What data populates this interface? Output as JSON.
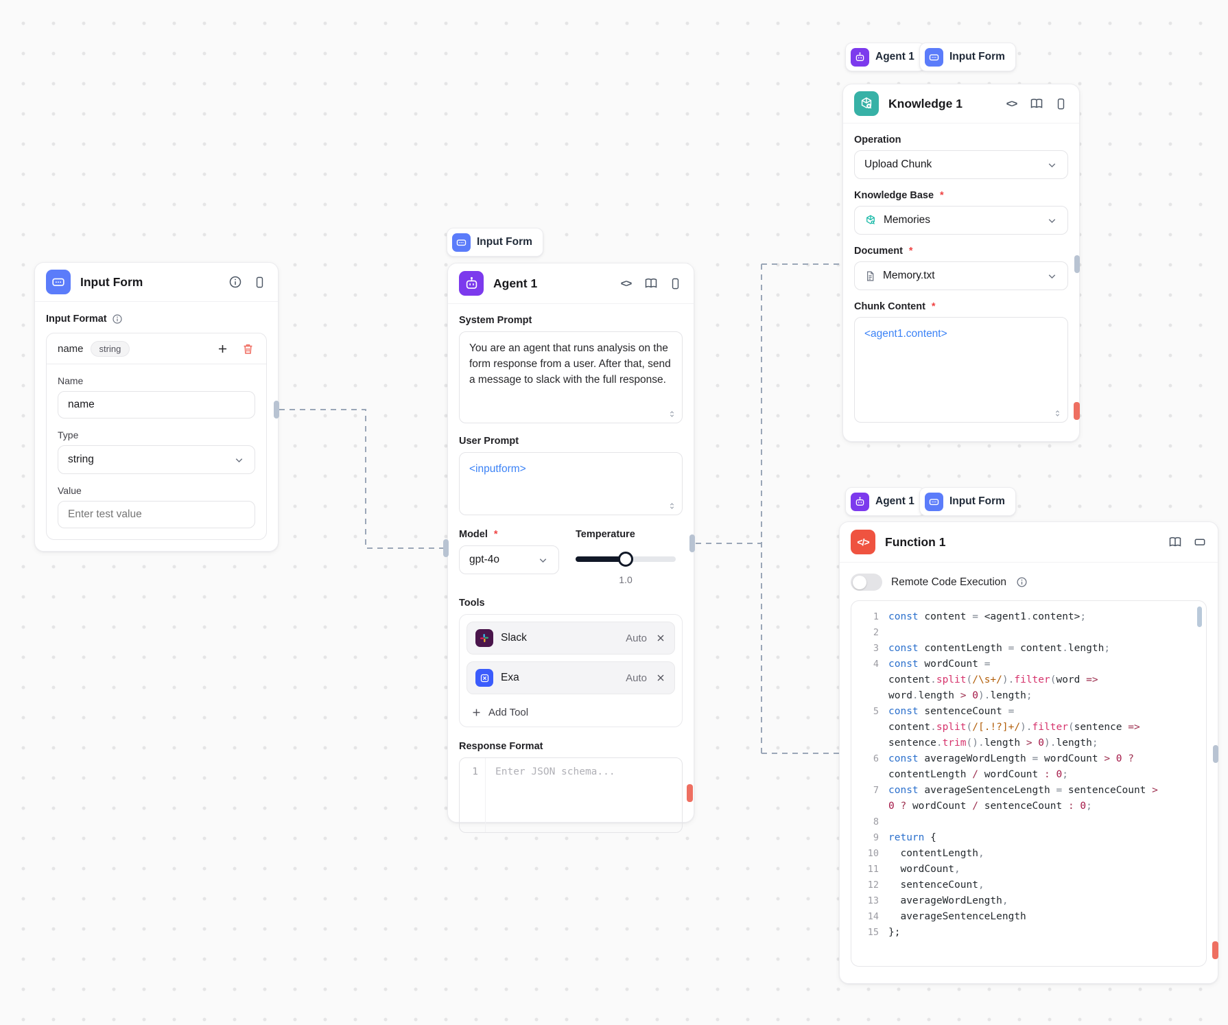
{
  "ui": {
    "required": "*"
  },
  "colors": {
    "input_form_blue": "#5B7CFA",
    "agent_purple": "#7C3AED",
    "knowledge_teal": "#37B1A6",
    "function_red": "#EF5340",
    "slack_bg": "#4A154B",
    "exa_blue": "#3B5CFC",
    "connector_slate": "#9AA6B7",
    "handle_slate": "#B8C3D2",
    "handle_red": "#EE6F61",
    "token_blue": "#3B82F6"
  },
  "icons": {
    "code_glyph": "<>",
    "function_glyph": "</>"
  },
  "floating_badges": {
    "above_agent": [
      {
        "label": "Input Form"
      }
    ],
    "above_knowledge": [
      {
        "label": "Agent 1"
      },
      {
        "label": "Input Form"
      }
    ],
    "above_function": [
      {
        "label": "Agent 1"
      },
      {
        "label": "Input Form"
      }
    ]
  },
  "input_form_card": {
    "title": "Input Form",
    "input_format_label": "Input Format",
    "field_row": {
      "name": "name",
      "type_badge": "string"
    },
    "name_label": "Name",
    "name_value": "name",
    "type_label": "Type",
    "type_value": "string",
    "value_label": "Value",
    "value_placeholder": "Enter test value"
  },
  "agent_card": {
    "title": "Agent 1",
    "system_prompt_label": "System Prompt",
    "system_prompt_value": "You are an agent that runs analysis on the form response from a user. After that, send a message to slack with the full response.",
    "user_prompt_label": "User Prompt",
    "user_prompt_value": "<inputform>",
    "model_label": "Model",
    "model_value": "gpt-4o",
    "temperature_label": "Temperature",
    "temperature_value": "1.0",
    "tools_label": "Tools",
    "tools": [
      {
        "name": "Slack",
        "mode": "Auto"
      },
      {
        "name": "Exa",
        "mode": "Auto"
      }
    ],
    "add_tool_label": "Add Tool",
    "response_format_label": "Response Format",
    "editor_line_number": "1",
    "editor_placeholder": "Enter JSON schema..."
  },
  "knowledge_card": {
    "title": "Knowledge 1",
    "operation_label": "Operation",
    "operation_value": "Upload Chunk",
    "knowledge_base_label": "Knowledge Base",
    "knowledge_base_value": "Memories",
    "document_label": "Document",
    "document_value": "Memory.txt",
    "chunk_content_label": "Chunk Content",
    "chunk_content_value": "<agent1.content>"
  },
  "function_card": {
    "title": "Function 1",
    "rce_label": "Remote Code Execution",
    "code_rows": [
      {
        "n": "1",
        "s": [
          [
            "k",
            "const"
          ],
          [
            "t",
            " content "
          ],
          [
            "p",
            "= "
          ],
          [
            "t",
            "<agent1"
          ],
          [
            "p",
            "."
          ],
          [
            "t",
            "content>"
          ],
          [
            "p",
            ";"
          ]
        ]
      },
      {
        "n": "2",
        "s": []
      },
      {
        "n": "3",
        "s": [
          [
            "k",
            "const"
          ],
          [
            "t",
            " contentLength "
          ],
          [
            "p",
            "= "
          ],
          [
            "t",
            "content"
          ],
          [
            "p",
            "."
          ],
          [
            "t",
            "length"
          ],
          [
            "p",
            ";"
          ]
        ]
      },
      {
        "n": "4",
        "s": [
          [
            "k",
            "const"
          ],
          [
            "t",
            " wordCount "
          ],
          [
            "p",
            "="
          ]
        ]
      },
      {
        "n": "",
        "s": [
          [
            "t",
            "content"
          ],
          [
            "p",
            "."
          ],
          [
            "f",
            "split"
          ],
          [
            "p",
            "("
          ],
          [
            "r",
            "/\\s+/"
          ],
          [
            "p",
            ")."
          ],
          [
            "f",
            "filter"
          ],
          [
            "p",
            "("
          ],
          [
            "t",
            "word "
          ],
          [
            "o",
            "=>"
          ]
        ]
      },
      {
        "n": "",
        "s": [
          [
            "t",
            "word"
          ],
          [
            "p",
            "."
          ],
          [
            "t",
            "length "
          ],
          [
            "o",
            "> "
          ],
          [
            "n2",
            "0"
          ],
          [
            "p",
            ")."
          ],
          [
            "t",
            "length"
          ],
          [
            "p",
            ";"
          ]
        ]
      },
      {
        "n": "5",
        "s": [
          [
            "k",
            "const"
          ],
          [
            "t",
            " sentenceCount "
          ],
          [
            "p",
            "="
          ]
        ]
      },
      {
        "n": "",
        "s": [
          [
            "t",
            "content"
          ],
          [
            "p",
            "."
          ],
          [
            "f",
            "split"
          ],
          [
            "p",
            "("
          ],
          [
            "r",
            "/[.!?]+/"
          ],
          [
            "p",
            ")."
          ],
          [
            "f",
            "filter"
          ],
          [
            "p",
            "("
          ],
          [
            "t",
            "sentence "
          ],
          [
            "o",
            "=>"
          ]
        ]
      },
      {
        "n": "",
        "s": [
          [
            "t",
            "sentence"
          ],
          [
            "p",
            "."
          ],
          [
            "f",
            "trim"
          ],
          [
            "p",
            "()."
          ],
          [
            "t",
            "length "
          ],
          [
            "o",
            "> "
          ],
          [
            "n2",
            "0"
          ],
          [
            "p",
            ")."
          ],
          [
            "t",
            "length"
          ],
          [
            "p",
            ";"
          ]
        ]
      },
      {
        "n": "6",
        "s": [
          [
            "k",
            "const"
          ],
          [
            "t",
            " averageWordLength "
          ],
          [
            "p",
            "= "
          ],
          [
            "t",
            "wordCount "
          ],
          [
            "o",
            "> "
          ],
          [
            "n2",
            "0"
          ],
          [
            "o",
            " ?"
          ]
        ]
      },
      {
        "n": "",
        "s": [
          [
            "t",
            "contentLength "
          ],
          [
            "o",
            "/ "
          ],
          [
            "t",
            "wordCount "
          ],
          [
            "o",
            ": "
          ],
          [
            "n2",
            "0"
          ],
          [
            "p",
            ";"
          ]
        ]
      },
      {
        "n": "7",
        "s": [
          [
            "k",
            "const"
          ],
          [
            "t",
            " averageSentenceLength "
          ],
          [
            "p",
            "= "
          ],
          [
            "t",
            "sentenceCount "
          ],
          [
            "o",
            ">"
          ]
        ]
      },
      {
        "n": "",
        "s": [
          [
            "n2",
            "0"
          ],
          [
            "o",
            " ? "
          ],
          [
            "t",
            "wordCount "
          ],
          [
            "o",
            "/ "
          ],
          [
            "t",
            "sentenceCount "
          ],
          [
            "o",
            ": "
          ],
          [
            "n2",
            "0"
          ],
          [
            "p",
            ";"
          ]
        ]
      },
      {
        "n": "8",
        "s": []
      },
      {
        "n": "9",
        "s": [
          [
            "k",
            "return"
          ],
          [
            "t",
            " {"
          ]
        ]
      },
      {
        "n": "10",
        "s": [
          [
            "t",
            "  contentLength"
          ],
          [
            "p",
            ","
          ]
        ]
      },
      {
        "n": "11",
        "s": [
          [
            "t",
            "  wordCount"
          ],
          [
            "p",
            ","
          ]
        ]
      },
      {
        "n": "12",
        "s": [
          [
            "t",
            "  sentenceCount"
          ],
          [
            "p",
            ","
          ]
        ]
      },
      {
        "n": "13",
        "s": [
          [
            "t",
            "  averageWordLength"
          ],
          [
            "p",
            ","
          ]
        ]
      },
      {
        "n": "14",
        "s": [
          [
            "t",
            "  averageSentenceLength"
          ]
        ]
      },
      {
        "n": "15",
        "s": [
          [
            "t",
            "};"
          ]
        ]
      }
    ]
  }
}
